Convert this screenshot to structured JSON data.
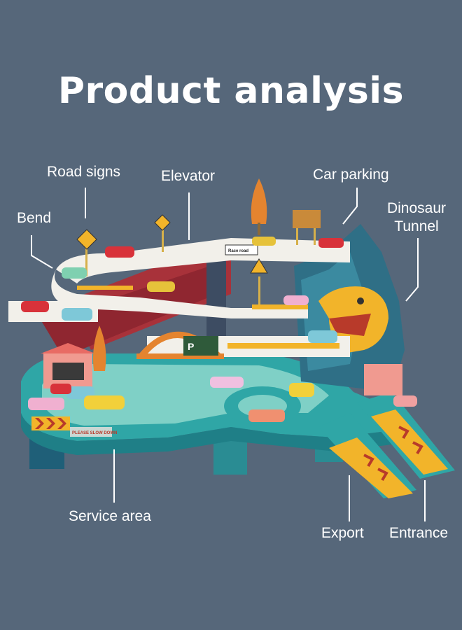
{
  "title": "Product analysis",
  "labels": {
    "road_signs": "Road signs",
    "elevator": "Elevator",
    "car_parking": "Car parking",
    "bend": "Bend",
    "dinosaur_tunnel_line1": "Dinosaur",
    "dinosaur_tunnel_line2": "Tunnel",
    "service_area": "Service area",
    "export": "Export",
    "entrance": "Entrance"
  },
  "toy_text": {
    "race_road": "Race road",
    "please_slow_down": "PLEASE SLOW DOWN",
    "parking_sign": "P"
  },
  "colors": {
    "background": "#56677a",
    "track_teal": "#2fa6a6",
    "track_white": "#f2f0ea",
    "ramp_red": "#a8323a",
    "mountain_blue": "#2f6f86",
    "dinosaur_yellow": "#f2b42a"
  }
}
